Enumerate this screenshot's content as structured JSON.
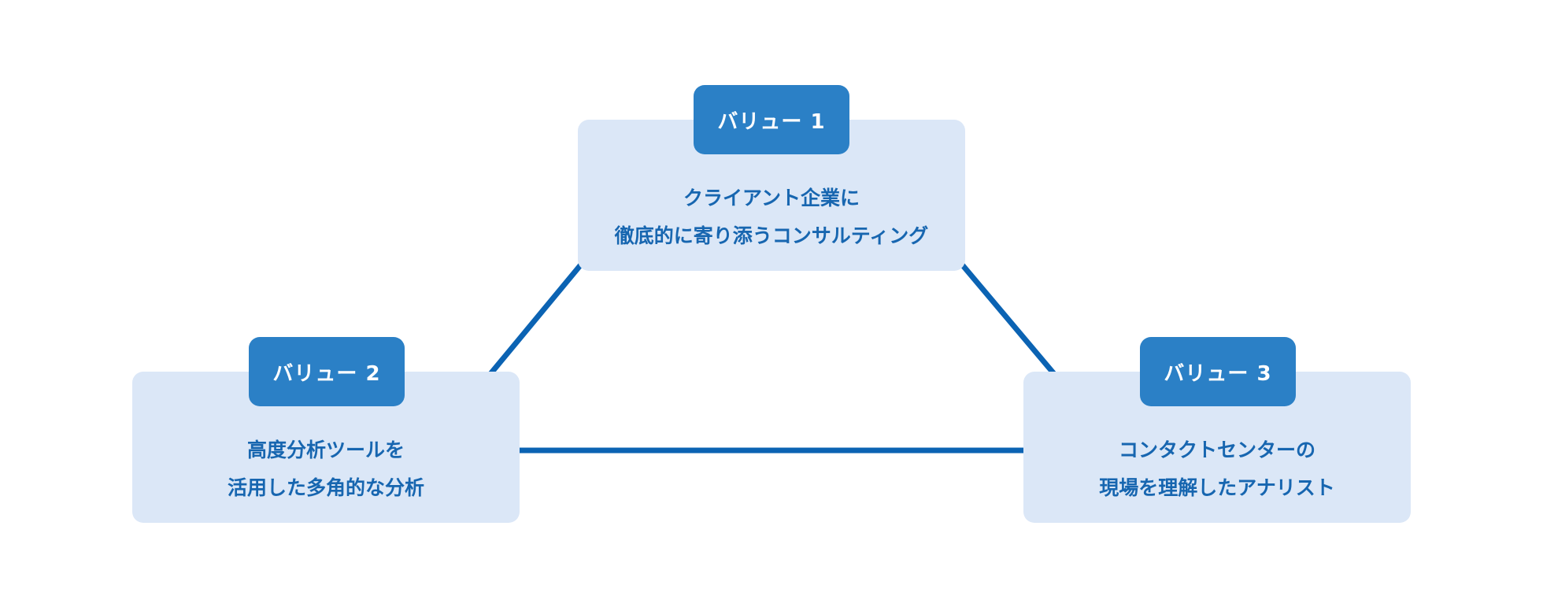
{
  "diagram": {
    "line_color": "#0b63b3",
    "card_color": "#dbe7f7",
    "badge_color": "#2b80c6",
    "text_color": "#1766b0",
    "values": [
      {
        "badge": "バリュー 1",
        "line1": "クライアント企業に",
        "line2": "徹底的に寄り添うコンサルティング"
      },
      {
        "badge": "バリュー 2",
        "line1": "高度分析ツールを",
        "line2": "活用した多角的な分析"
      },
      {
        "badge": "バリュー 3",
        "line1": "コンタクトセンターの",
        "line2": "現場を理解したアナリスト"
      }
    ]
  }
}
